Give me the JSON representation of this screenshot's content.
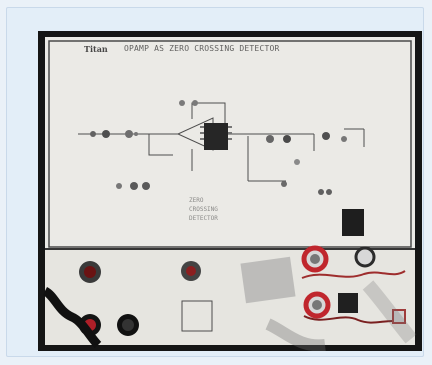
{
  "image": {
    "description_alt": "",
    "board": {
      "title_text": "OPAMP AS ZERO CROSSING DETECTOR",
      "logo_text": "Titan",
      "labels": {
        "block_label_1": "ZERO",
        "block_label_2": "CROSSING",
        "block_label_3": "DETECTOR"
      }
    },
    "colors": {
      "frame_bg": "#e3eef8",
      "board_bg": "#e8e7e3",
      "photo_border": "#151515",
      "connector_red": "#c0262d"
    }
  }
}
